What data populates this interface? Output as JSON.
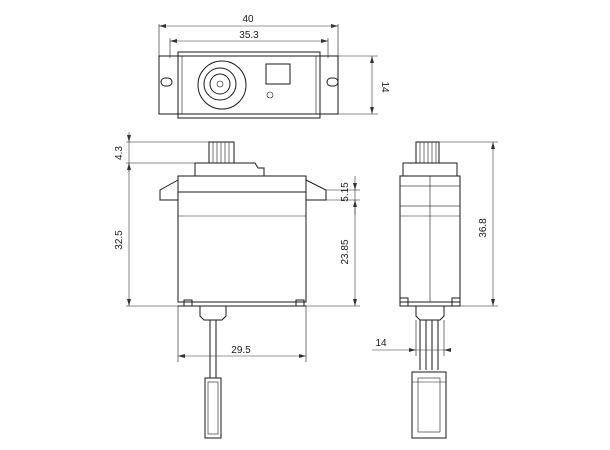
{
  "diagram": {
    "top_view": {
      "overall_width": "40",
      "hole_spacing": "35.3",
      "height": "14"
    },
    "front_view": {
      "top_offset": "4.3",
      "body_height": "32.5",
      "flange_height": "5.15",
      "mount_height": "23.85",
      "body_width": "29.5"
    },
    "side_view": {
      "total_height": "36.8",
      "body_depth": "14"
    }
  }
}
